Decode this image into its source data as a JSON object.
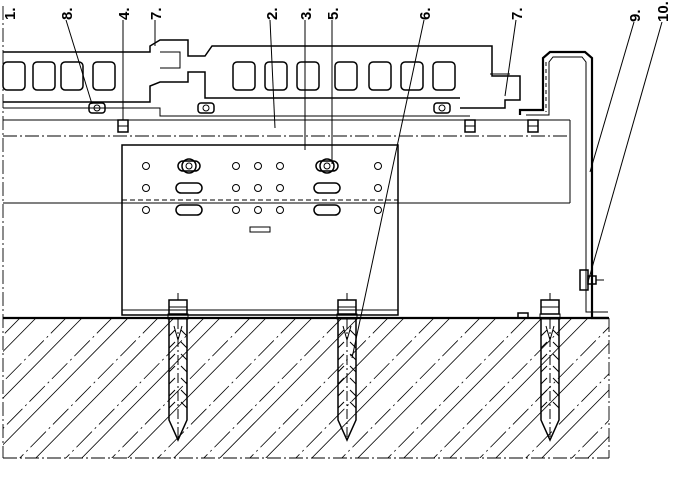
{
  "callouts": [
    {
      "id": "c1",
      "text": "1."
    },
    {
      "id": "c2",
      "text": "2."
    },
    {
      "id": "c3",
      "text": "3."
    },
    {
      "id": "c4",
      "text": "4."
    },
    {
      "id": "c5",
      "text": "5."
    },
    {
      "id": "c6",
      "text": "6."
    },
    {
      "id": "c7a",
      "text": "7."
    },
    {
      "id": "c7b",
      "text": "7."
    },
    {
      "id": "c8",
      "text": "8."
    },
    {
      "id": "c9",
      "text": "9."
    },
    {
      "id": "c10",
      "text": "10."
    }
  ],
  "colors": {
    "ink": "#000000",
    "paper": "#ffffff"
  }
}
